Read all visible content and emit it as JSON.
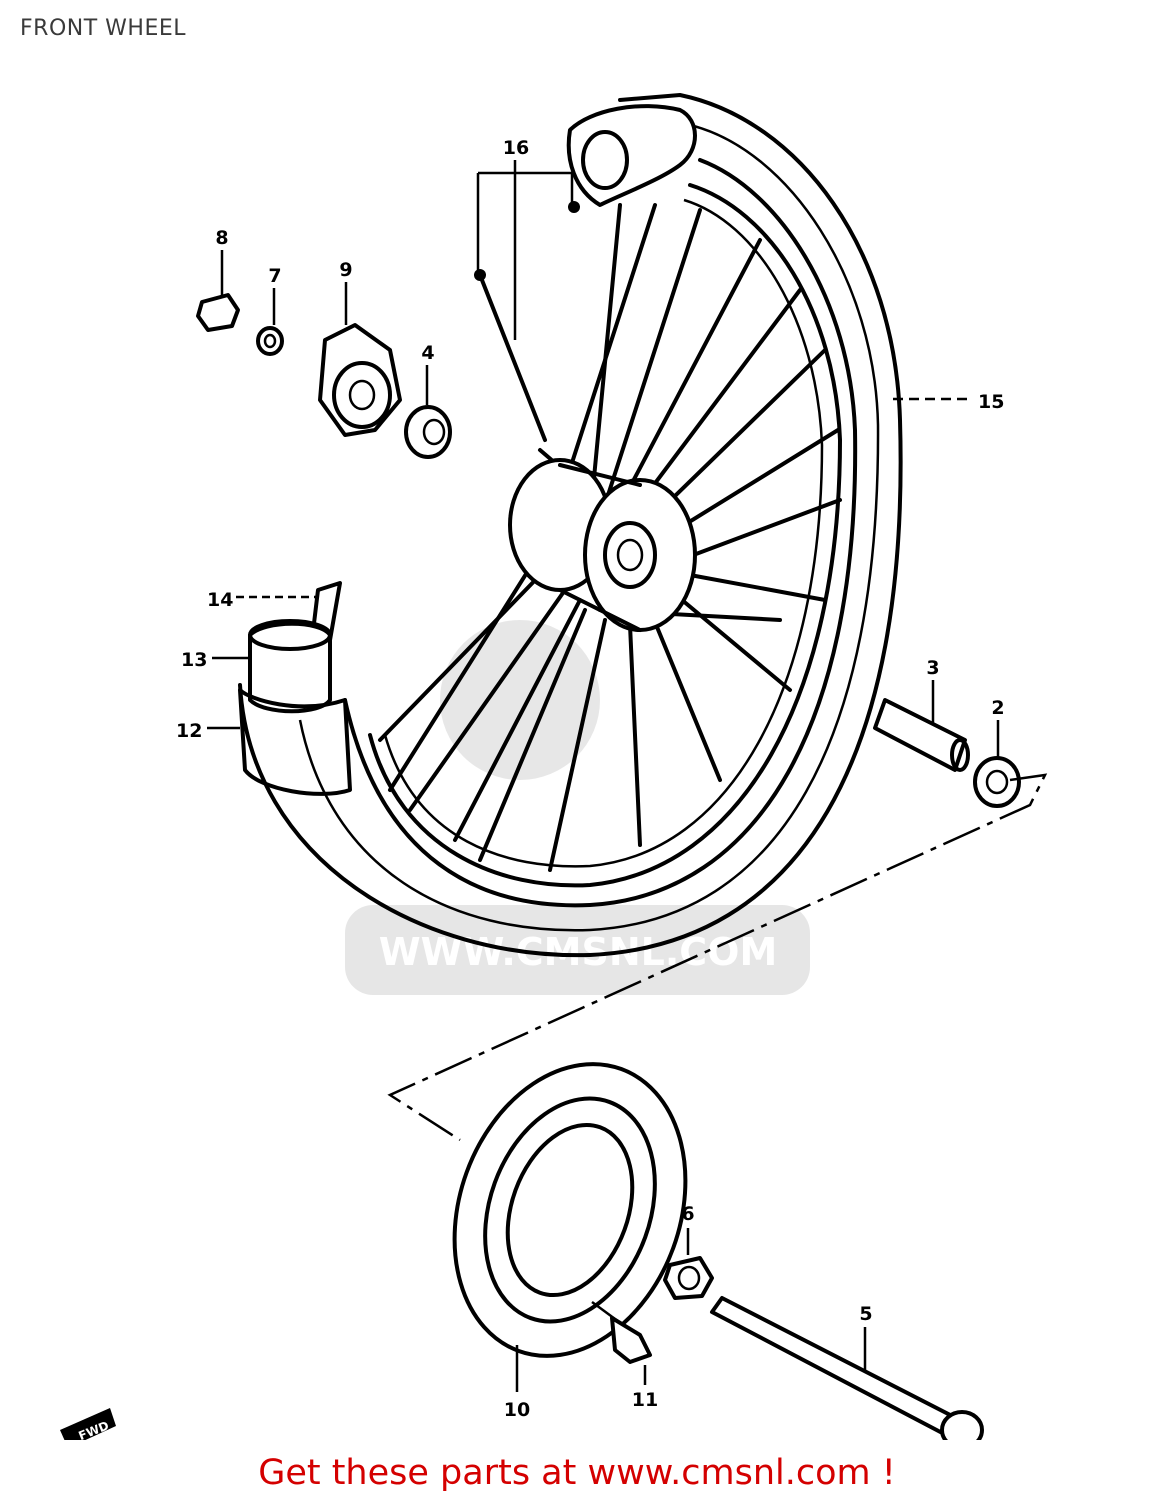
{
  "title": "FRONT WHEEL",
  "footer": {
    "text": "Get these parts at www.cmsnl.com !",
    "color": "#d40000"
  },
  "watermark": {
    "text": "WWW.CMSNL.COM"
  },
  "callouts": [
    {
      "id": "16",
      "label": "16"
    },
    {
      "id": "8",
      "label": "8"
    },
    {
      "id": "7",
      "label": "7"
    },
    {
      "id": "9",
      "label": "9"
    },
    {
      "id": "4",
      "label": "4"
    },
    {
      "id": "15",
      "label": "15"
    },
    {
      "id": "14",
      "label": "14"
    },
    {
      "id": "13",
      "label": "13"
    },
    {
      "id": "12",
      "label": "12"
    },
    {
      "id": "3",
      "label": "3"
    },
    {
      "id": "2",
      "label": "2"
    },
    {
      "id": "6",
      "label": "6"
    },
    {
      "id": "5",
      "label": "5"
    },
    {
      "id": "10",
      "label": "10"
    },
    {
      "id": "11",
      "label": "11"
    }
  ],
  "icons": {
    "front_arrow": "front-direction-arrow-icon",
    "front_arrow_text": "FWD"
  }
}
